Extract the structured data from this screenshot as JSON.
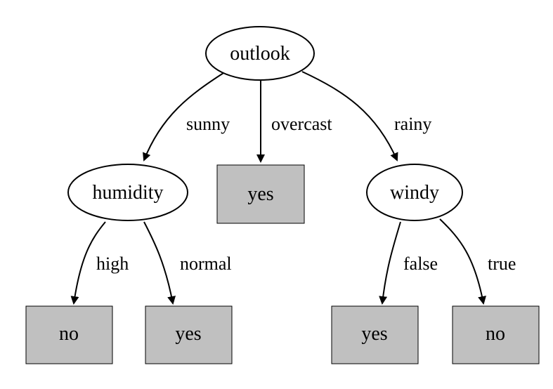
{
  "diagram": {
    "type": "decision-tree",
    "nodes": [
      {
        "id": "outlook",
        "label": "outlook",
        "kind": "decision"
      },
      {
        "id": "humidity",
        "label": "humidity",
        "kind": "decision"
      },
      {
        "id": "overcast-leaf",
        "label": "yes",
        "kind": "leaf"
      },
      {
        "id": "windy",
        "label": "windy",
        "kind": "decision"
      },
      {
        "id": "high-leaf",
        "label": "no",
        "kind": "leaf"
      },
      {
        "id": "normal-leaf",
        "label": "yes",
        "kind": "leaf"
      },
      {
        "id": "false-leaf",
        "label": "yes",
        "kind": "leaf"
      },
      {
        "id": "true-leaf",
        "label": "no",
        "kind": "leaf"
      }
    ],
    "edges": [
      {
        "from": "outlook",
        "to": "humidity",
        "label": "sunny"
      },
      {
        "from": "outlook",
        "to": "overcast-leaf",
        "label": "overcast"
      },
      {
        "from": "outlook",
        "to": "windy",
        "label": "rainy"
      },
      {
        "from": "humidity",
        "to": "high-leaf",
        "label": "high"
      },
      {
        "from": "humidity",
        "to": "normal-leaf",
        "label": "normal"
      },
      {
        "from": "windy",
        "to": "false-leaf",
        "label": "false"
      },
      {
        "from": "windy",
        "to": "true-leaf",
        "label": "true"
      }
    ],
    "colors": {
      "leaf_fill": "#c0c0c0",
      "decision_fill": "#ffffff",
      "stroke": "#000000"
    }
  }
}
